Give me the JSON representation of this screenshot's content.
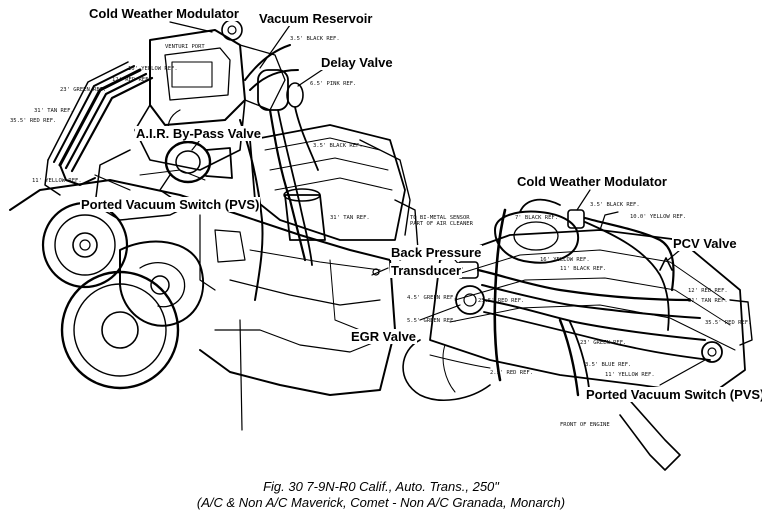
{
  "callouts": {
    "left": {
      "cold_weather_modulator": "Cold Weather Modulator",
      "vacuum_reservoir": "Vacuum Reservoir",
      "delay_valve": "Delay Valve",
      "air_bypass_valve": "A.I.R. By-Pass Valve",
      "ported_vacuum_switch": "Ported Vacuum Switch (PVS)"
    },
    "right": {
      "cold_weather_modulator": "Cold Weather Modulator",
      "back_pressure_transducer_1": "Back Pressure",
      "back_pressure_transducer_2": "Transducer",
      "pcv_valve": "PCV Valve",
      "egr_valve": "EGR Valve",
      "ported_vacuum_switch": "Ported Vacuum Switch (PVS)"
    }
  },
  "hose_labels": {
    "left": {
      "venturi_port": "VENTURI PORT",
      "black_ref_top": "3.5' BLACK REF.",
      "yellow_ref_10": "10' YELLOW REF.",
      "red_ref_12": "12' RED REF.",
      "green_ref_23": "23' GREEN REF.",
      "tan_ref_31": "31' TAN REF.",
      "red_ref_35": "35.5' RED REF.",
      "pink_ref": "6.5' PINK REF.",
      "black_ref_mid": "3.5' BLACK REF.",
      "yellow_ref_11": "11' YELLOW REF.",
      "tan_ref_low": "31' TAN REF."
    },
    "right": {
      "bimetal_1": "TO BI-METAL SENSOR",
      "bimetal_2": "PART OF AIR CLEANER",
      "black_ref_7": "7' BLACK REF.",
      "black_ref_35": "3.5' BLACK REF.",
      "yellow_ref_10": "10.0' YELLOW REF.",
      "yellow_ref_16": "16' YELLOW REF.",
      "black_ref_11": "11' BLACK REF.",
      "green_ref_45": "4.5' GREEN REF.",
      "red_ref_255": "25.5' RED REF.",
      "green_ref_55": "5.5' GREEN REF.",
      "red_ref_12": "12' RED REF.",
      "tan_ref_31": "31' TAN REF.",
      "red_ref_355": "35.5' RED REF.",
      "green_ref_23": "23' GREEN REF.",
      "blue_ref": "3.5' BLUE REF.",
      "yellow_ref_11": "11' YELLOW REF.",
      "red_ref_25": "2.5' RED REF.",
      "front_of_engine": "FRONT OF ENGINE"
    }
  },
  "caption": {
    "line1": "Fig. 30    7-9N-R0 Calif., Auto. Trans., 250\"",
    "line2": "(A/C & Non A/C Maverick, Comet - Non A/C Granada, Monarch)"
  }
}
